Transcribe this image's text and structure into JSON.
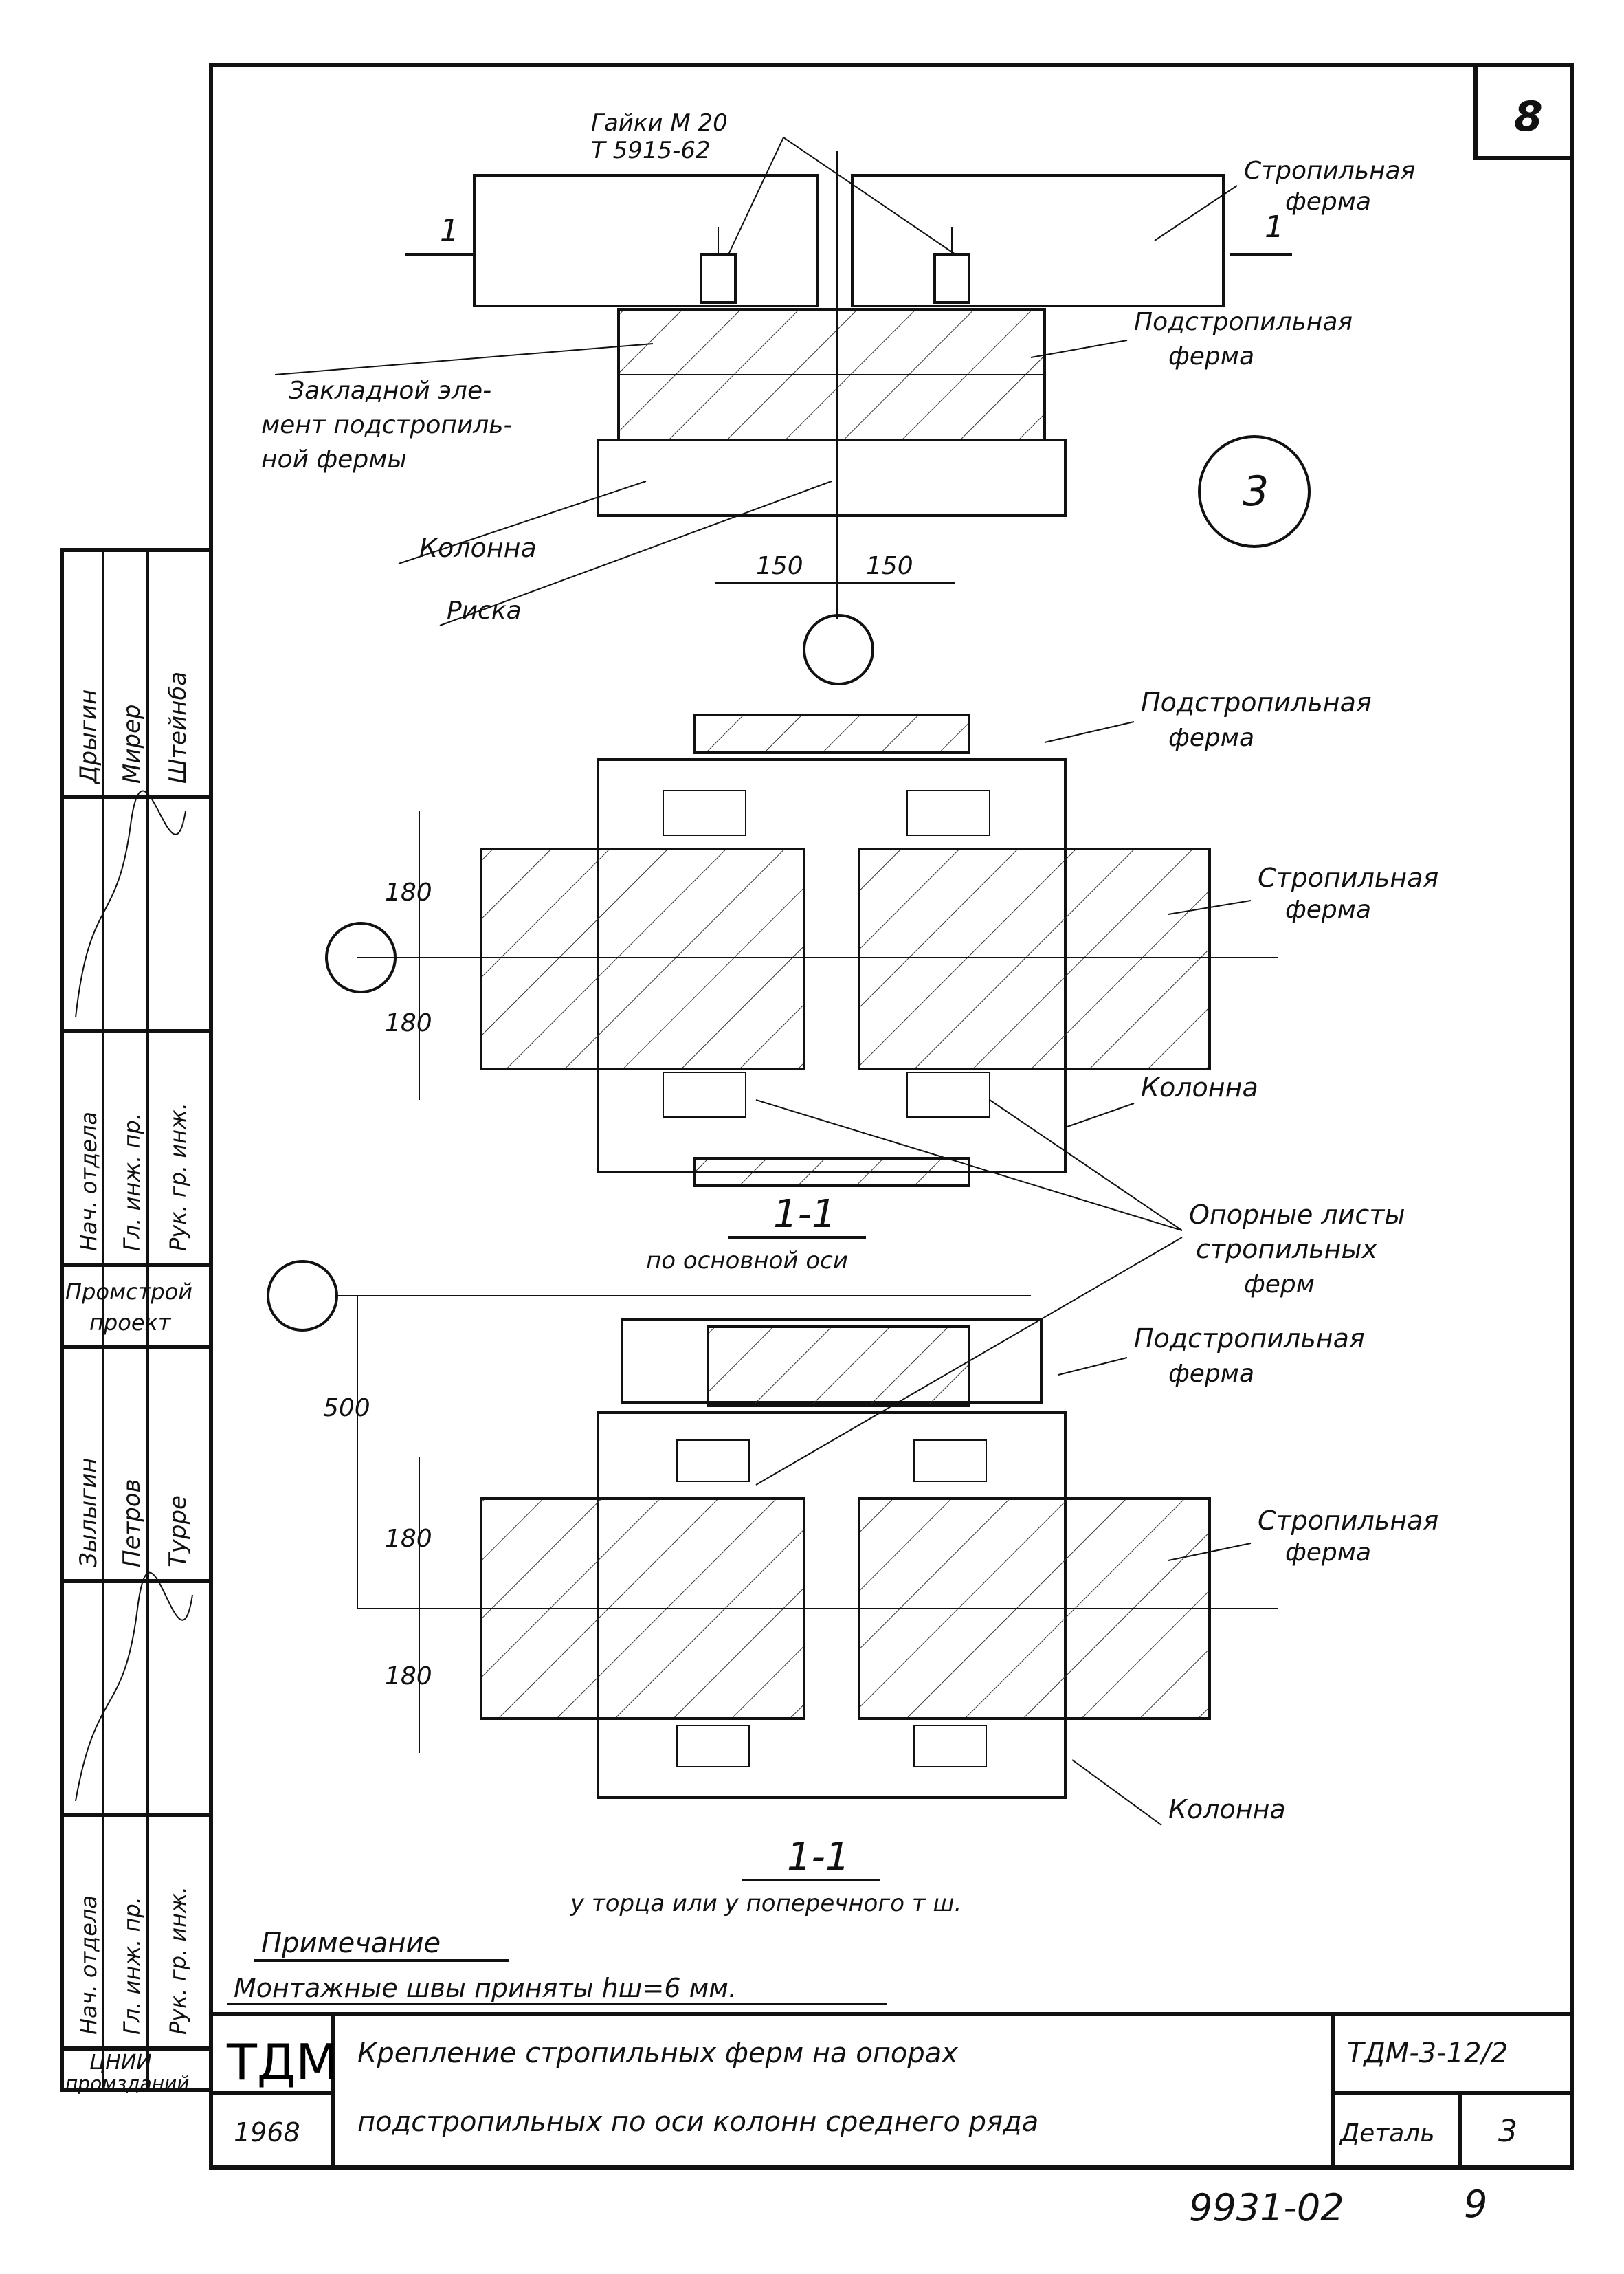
{
  "sheet_number": "8",
  "detail_marker": "3",
  "top_view": {
    "nut_label_line1": "Гайки М 20",
    "nut_label_line2": "Т 5915-62",
    "truss_label_line1": "Стропильная",
    "truss_label_line2": "ферма",
    "subtruss_label_line1": "Подстропильная",
    "subtruss_label_line2": "ферма",
    "embedded_line1": "Закладной эле-",
    "embedded_line2": "мент подстропиль-",
    "embedded_line3": "ной фермы",
    "column_label": "Колонна",
    "risk_label": "Риска",
    "dim_left": "150",
    "dim_right": "150",
    "section_mark": "1"
  },
  "section_main": {
    "subtruss_label_line1": "Подстропильная",
    "subtruss_label_line2": "ферма",
    "truss_label_line1": "Стропильная",
    "truss_label_line2": "ферма",
    "column_label": "Колонна",
    "dim_upper": "180",
    "dim_lower": "180",
    "section_title": "1-1",
    "section_caption": "по основной оси"
  },
  "support_sheets_line1": "Опорные листы",
  "support_sheets_line2": "стропильных",
  "support_sheets_line3": "ферм",
  "section_end": {
    "subtruss_label_line1": "Подстропильная",
    "subtruss_label_line2": "ферма",
    "truss_label_line1": "Стропильная",
    "truss_label_line2": "ферма",
    "column_label": "Колонна",
    "dim_500": "500",
    "dim_upper": "180",
    "dim_lower": "180",
    "section_title": "1-1",
    "section_caption": "у торца или у поперечного т ш."
  },
  "note": {
    "heading": "Примечание",
    "text": "Монтажные швы приняты hш=6 мм."
  },
  "side_stamp": {
    "col1_group1": [
      "Дрыгин",
      "Мирер",
      "Штейнба"
    ],
    "col2_group1": [
      "Нач. отдела",
      "Гл. инж. пр.",
      "Рук. гр. инж."
    ],
    "org": [
      "Промстрой",
      "проект"
    ],
    "col1_group2": [
      "Зылыгин",
      "Петров",
      "Турре"
    ],
    "col2_group2": [
      "Нач. отдела",
      "Гл. инж. пр.",
      "Рук. гр. инж."
    ],
    "bottom_org": [
      "ЦНИИ",
      "промзданий"
    ]
  },
  "title_block": {
    "logo": "ТДМ",
    "year": "1968",
    "title_line1": "Крепление стропильных ферм на опорах",
    "title_line2": "подстропильных по оси колонн среднего ряда",
    "code": "ТДМ-3-12/2",
    "detail_label": "Деталь",
    "detail_number": "3"
  },
  "footer": {
    "inventory": "9931-02",
    "page": "9"
  }
}
